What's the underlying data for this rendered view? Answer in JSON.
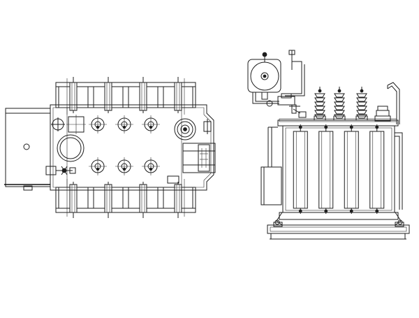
{
  "views": [
    {
      "id": "plan",
      "name": "plan-view"
    },
    {
      "id": "front",
      "name": "front-elevation-view"
    }
  ],
  "colors": {
    "stroke": "#1e1e1e",
    "background": "#ffffff"
  },
  "plan_view": {
    "radiator_columns": 4,
    "hv_bushings_rows": 2,
    "hv_bushings_per_row": 3
  },
  "front_view": {
    "bushings": 3,
    "radiator_panels": 4
  }
}
